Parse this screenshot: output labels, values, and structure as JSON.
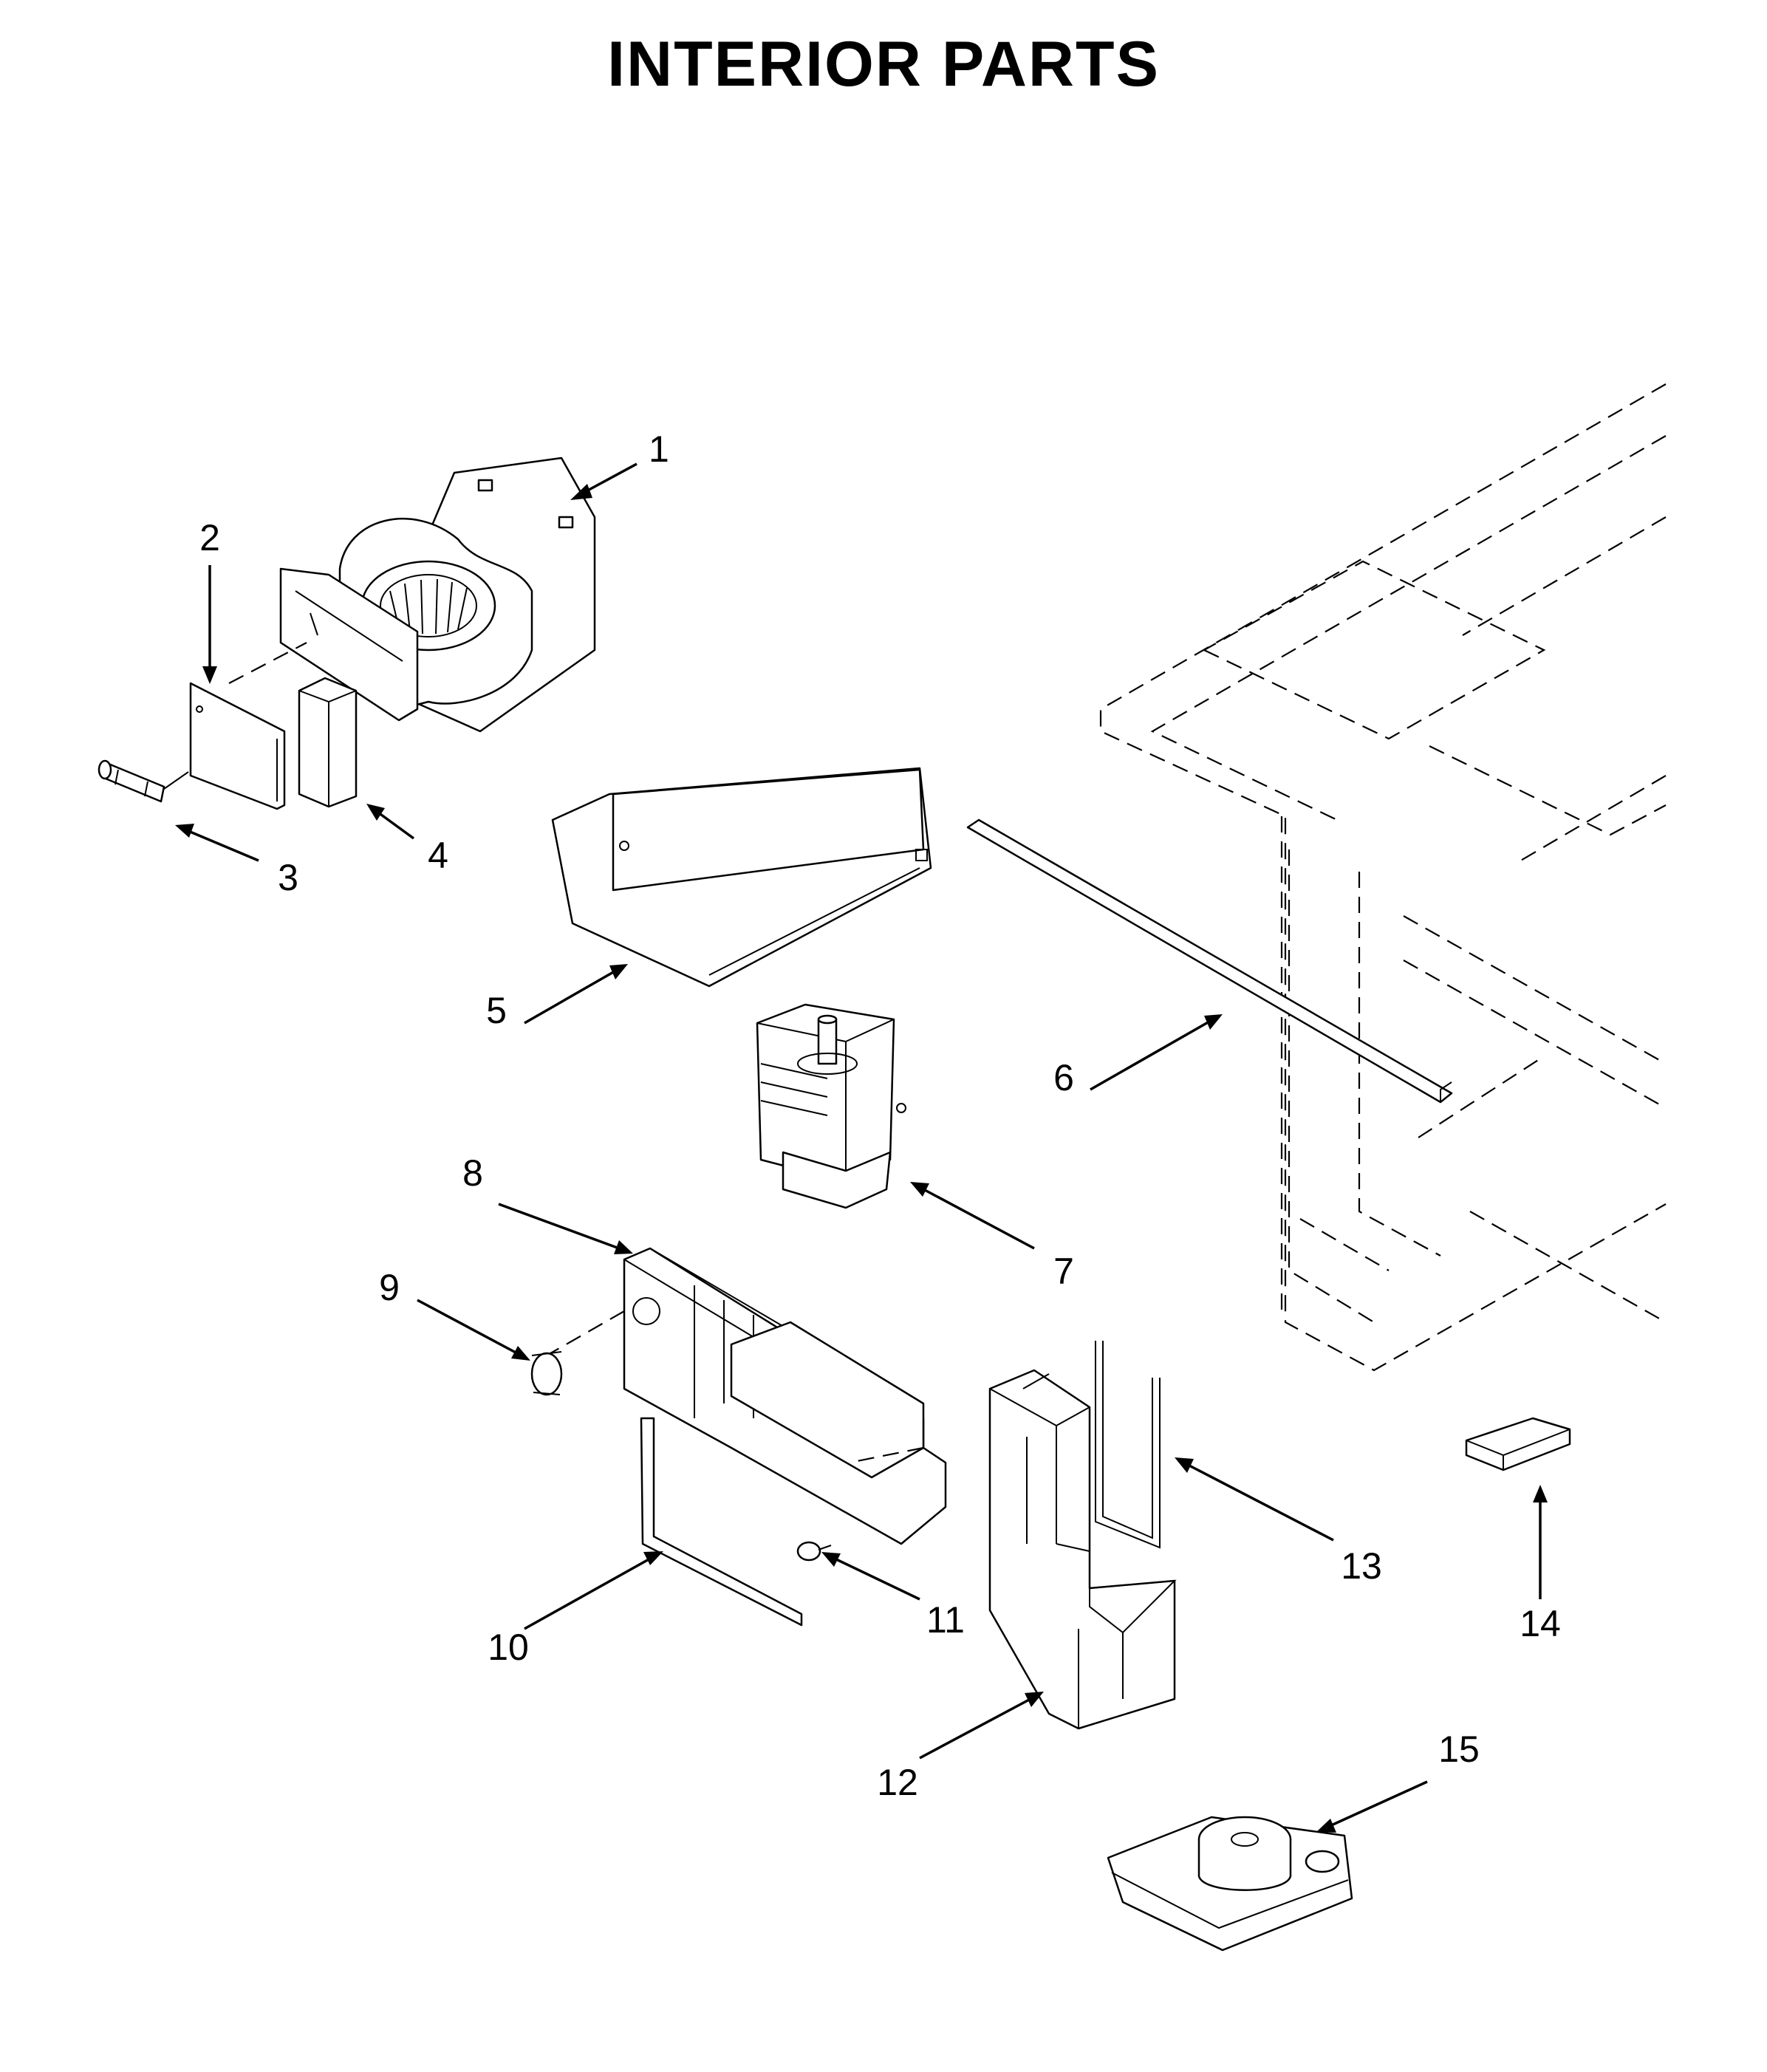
{
  "title": "INTERIOR PARTS",
  "callouts": [
    "1",
    "2",
    "3",
    "4",
    "5",
    "6",
    "7",
    "8",
    "9",
    "10",
    "11",
    "12",
    "13",
    "14",
    "15"
  ]
}
